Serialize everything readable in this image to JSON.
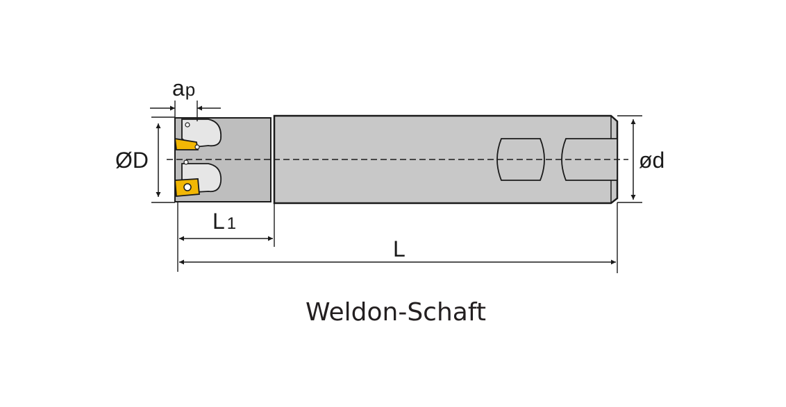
{
  "labels": {
    "ap_main": "a",
    "ap_sub": "p",
    "D": "ØD",
    "d": "ød",
    "L1_main": "L",
    "L1_sub": "1",
    "L": "L"
  },
  "caption": "Weldon-Schaft",
  "colors": {
    "body": "#bebebe",
    "shank": "#c8c8c8",
    "outline": "#1a1a1a",
    "insert": "#f2b705"
  }
}
